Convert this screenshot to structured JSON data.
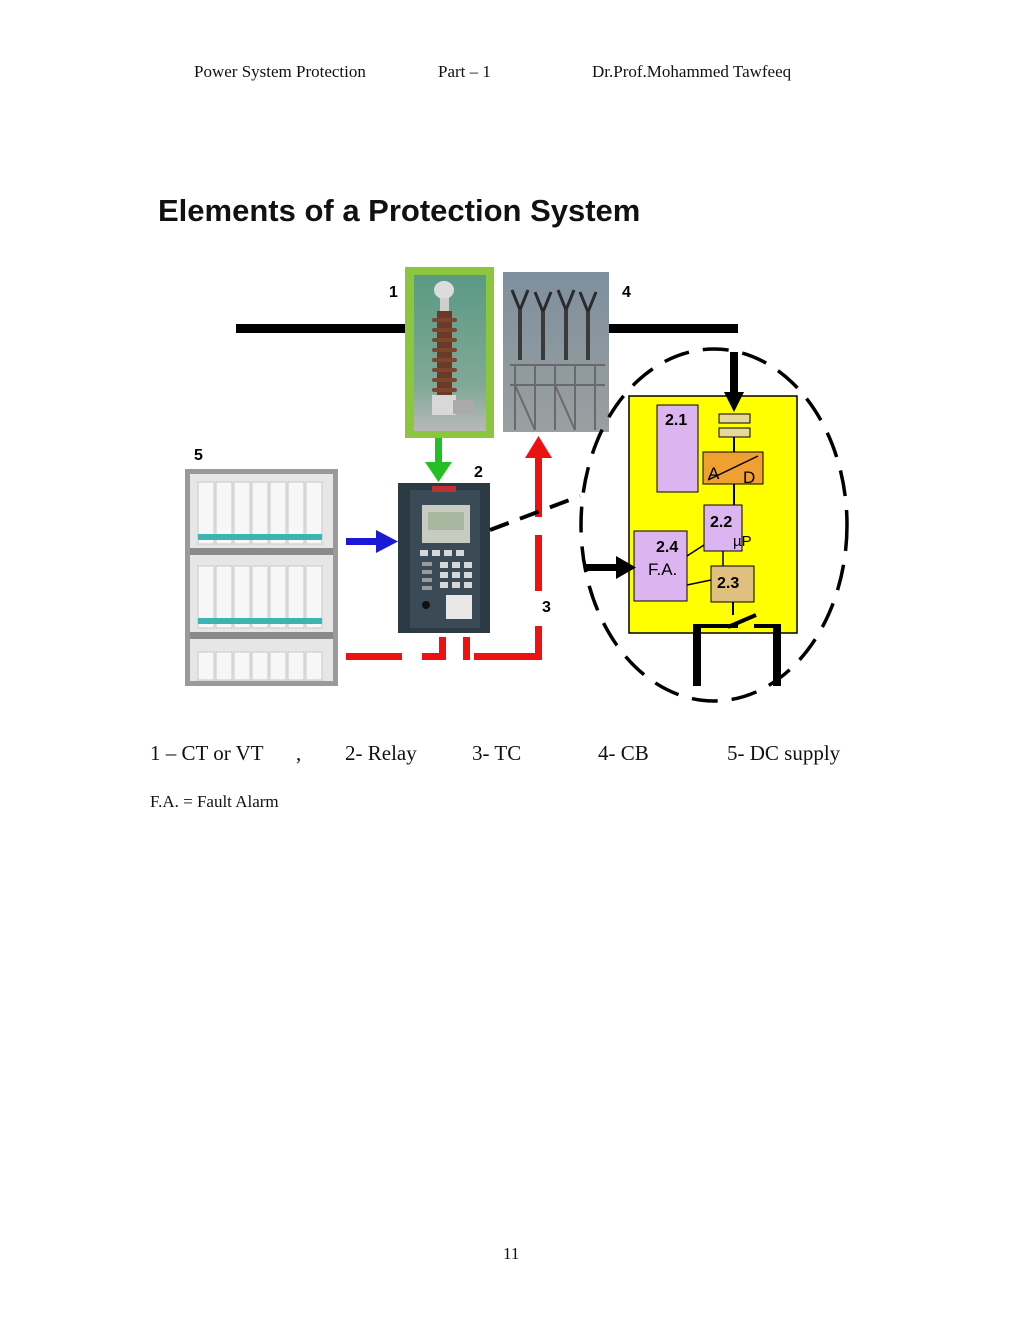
{
  "header": {
    "course": "Power System Protection",
    "part": "Part – 1",
    "author": "Dr.Prof.Mohammed Tawfeeq"
  },
  "title": "Elements of a Protection System",
  "diagram": {
    "labels": {
      "ct": "1",
      "cb": "4",
      "dc": "5",
      "relay": "2",
      "tc": "3"
    },
    "relay_detail": {
      "block_2_1": "2.1",
      "ad_a": "A",
      "ad_d": "D",
      "block_2_2": "2.2",
      "up": "µP",
      "block_2_4": "2.4",
      "fa": "F.A.",
      "block_2_3": "2.3"
    },
    "colors": {
      "ct_frame": "#8cc63f",
      "ct_arrow": "#22c022",
      "dc_arrow": "#1a1ad6",
      "trip_circuit": "#ee1111",
      "detail_panel": "#ffff00",
      "ad_block": "#f0a030",
      "block_purple": "#dcb4f0",
      "block_2_3": "#e0c080"
    },
    "icons": [
      "current-transformer-photo",
      "circuit-breaker-photo",
      "dc-battery-photo",
      "relay-photo"
    ]
  },
  "legend": {
    "item1": "1 – CT or VT",
    "sep": ",",
    "item2": "2- Relay",
    "item3": "3- TC",
    "item4": "4- CB",
    "item5": "5- DC supply"
  },
  "fa_note": "F.A.  = Fault Alarm",
  "page_number": "11"
}
